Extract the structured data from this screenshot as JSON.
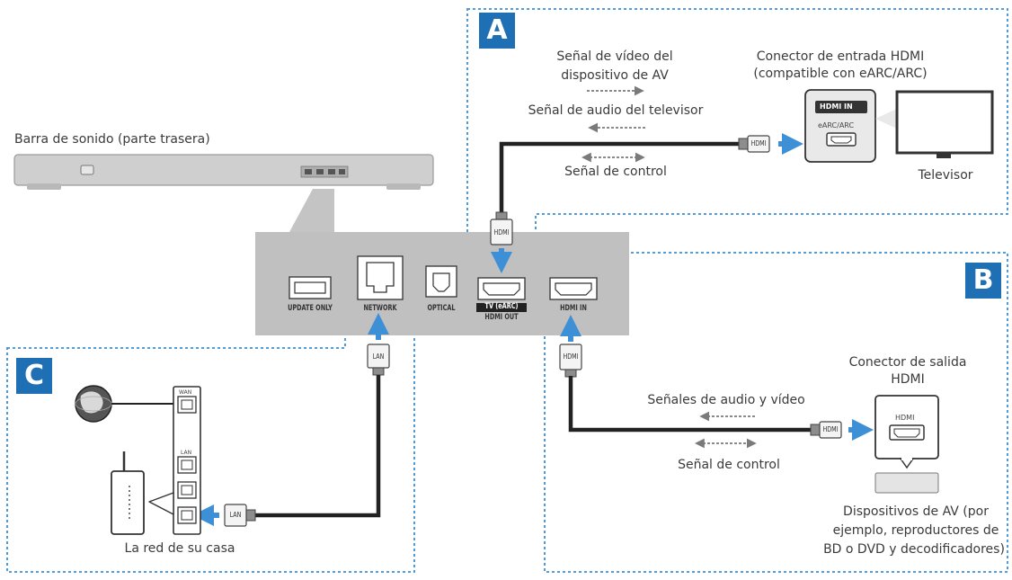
{
  "badges": {
    "a": "A",
    "b": "B",
    "c": "C"
  },
  "soundbar": {
    "label": "Barra de sonido (parte trasera)"
  },
  "ports": {
    "update_only": "UPDATE ONLY",
    "network": "NETWORK",
    "optical": "OPTICAL",
    "tv_earc_line1": "TV (eARC)",
    "tv_earc_line2": "HDMI OUT",
    "hdmi_in": "HDMI IN"
  },
  "section_a": {
    "video_signal_line1": "Señal de vídeo del",
    "video_signal_line2": "dispositivo de AV",
    "audio_tv_signal": "Señal de audio del televisor",
    "control_signal": "Señal de control",
    "hdmi_input_line1": "Conector de entrada HDMI",
    "hdmi_input_line2": "(compatible con eARC/ARC)",
    "tv_hdmi_in": "HDMI IN",
    "tv_earc_arc": "eARC/ARC",
    "tv_label": "Televisor",
    "plug_tv": "HDMI",
    "plug_soundbar": "HDMI"
  },
  "section_b": {
    "av_signals": "Señales de audio y vídeo",
    "control_signal": "Señal de control",
    "output_line1": "Conector de salida",
    "output_line2": "HDMI",
    "device_hdmi": "HDMI",
    "devices_line1": "Dispositivos de AV (por",
    "devices_line2": "ejemplo, reproductores de",
    "devices_line3": "BD o DVD y decodificadores)",
    "plug_soundbar": "HDMI",
    "plug_device": "HDMI"
  },
  "section_c": {
    "home_network": "La red de su casa",
    "plug_soundbar": "LAN",
    "plug_router": "LAN",
    "router_wan": "WAN",
    "router_lan": "LAN"
  },
  "colors": {
    "accent": "#1f6fb5",
    "arrow": "#3d8fd6",
    "panel": "#bdbdbd",
    "cable": "#222222"
  }
}
